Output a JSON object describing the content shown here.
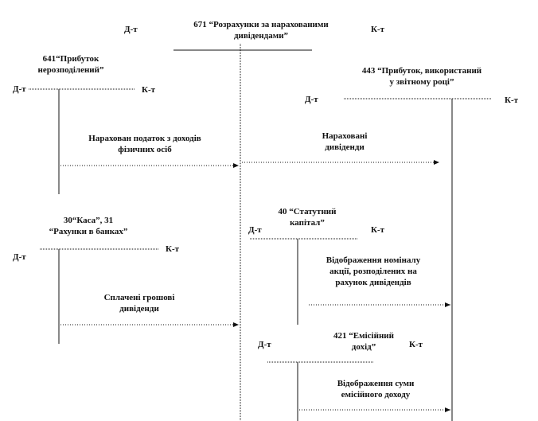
{
  "accounts": {
    "a671": {
      "title_line1": "671 “Розрахунки за нарахованими",
      "title_line2": "дивідендами”",
      "debit": "Д-т",
      "credit": "К-т"
    },
    "a641": {
      "title_line1": "641“Прибуток",
      "title_line2": "нерозподілений”",
      "debit": "Д-т",
      "credit": "К-т"
    },
    "a443": {
      "title_line1": "443 “Прибуток, використаний",
      "title_line2": "у звітному році”",
      "debit": "Д-т",
      "credit": "К-т"
    },
    "a30_31": {
      "title_line1": "30“Каса”, 31",
      "title_line2": "“Рахунки в банках”",
      "debit": "Д-т",
      "credit": "К-т"
    },
    "a40": {
      "title_line1": "40 “Статутний",
      "title_line2": "капітал”",
      "debit": "Д-т",
      "credit": "К-т"
    },
    "a421": {
      "title_line1": "421 “Емісійний",
      "title_line2": "дохід”",
      "debit": "Д-т",
      "credit": "К-т"
    }
  },
  "operations": {
    "tax": {
      "line1": "Нарахован податок з доходів",
      "line2": "фізичних осіб"
    },
    "dividends": {
      "line1": "Нараховані",
      "line2": "дивіденди"
    },
    "shares": {
      "line1": "Відображення номіналу",
      "line2": "акції, розподілених на",
      "line3": "рахунок дивідендів"
    },
    "paid": {
      "line1": "Сплачені грошові",
      "line2": "дивіденди"
    },
    "premium": {
      "line1": "Відображення суми",
      "line2": "емісійного доходу"
    }
  }
}
